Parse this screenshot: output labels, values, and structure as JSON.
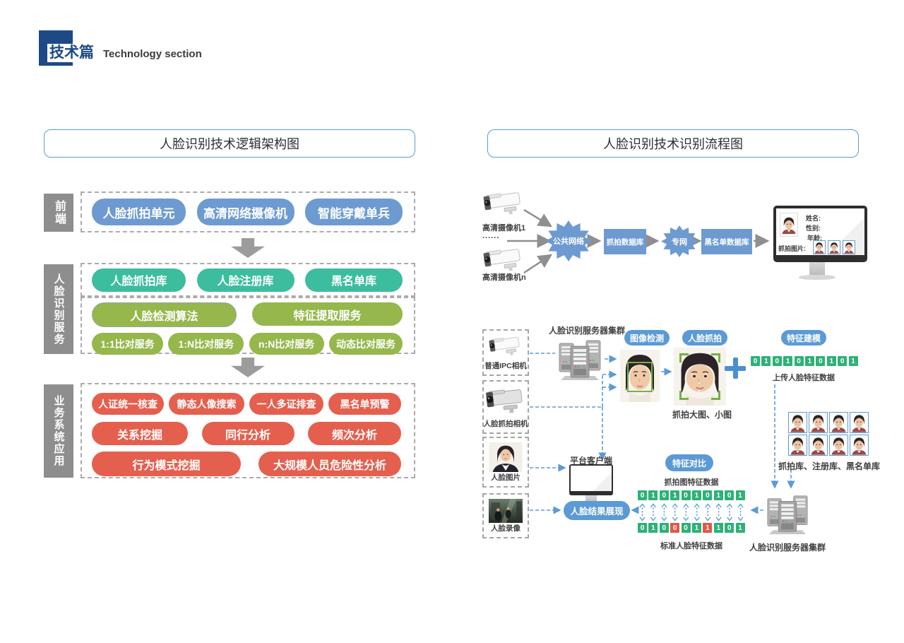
{
  "header": {
    "title_zh": "技术篇",
    "title_en": "Technology section"
  },
  "left": {
    "title": "人脸识别技术逻辑架构图",
    "front": {
      "label": "前端",
      "items": [
        "人脸抓拍单元",
        "高清网络摄像机",
        "智能穿戴单兵"
      ]
    },
    "service": {
      "label": "人脸识别服务",
      "db_items": [
        "人脸抓拍库",
        "人脸注册库",
        "黑名单库"
      ],
      "algo_items": [
        "人脸检测算法",
        "特征提取服务"
      ],
      "compare_items": [
        "1:1比对服务",
        "1:N比对服务",
        "n:N比对服务",
        "动态比对服务"
      ]
    },
    "business": {
      "label": "业务系统应用",
      "row1": [
        "人证统一核查",
        "静态人像搜索",
        "一人多证排查",
        "黑名单预警"
      ],
      "row2": [
        "关系挖掘",
        "同行分析",
        "频次分析"
      ],
      "row3": [
        "行为模式挖掘",
        "大规模人员危险性分析"
      ]
    }
  },
  "right": {
    "title": "人脸识别技术识别流程图",
    "top_flow": {
      "camera1": "高清摄像机1",
      "dots": "......",
      "cameraN": "高清摄像机n",
      "net1": "公共网络",
      "db1": "抓拍数据库",
      "net2": "专网",
      "db2": "黑名单数据库",
      "monitor": {
        "fields": [
          "姓名:",
          "性别:",
          "年龄:"
        ],
        "capture_label": "抓拍图片:",
        "thumbs": 3
      }
    },
    "sources": [
      "普通IPC相机",
      "人脸抓拍相机",
      "人脸图片",
      "人脸录像"
    ],
    "cluster_top": "人脸识别服务器集群",
    "cluster_bottom": "人脸识别服务器集群",
    "pills": {
      "detect": "图像检测",
      "capture": "人脸抓拍",
      "model": "特征建模",
      "compare": "特征对比",
      "result": "人脸结果展现"
    },
    "captions": {
      "snap": "抓拍大图、小图",
      "upload": "上传人脸特征数据",
      "library": "抓拍库、注册库、黑名单库",
      "client": "平台客户端",
      "capture_feature": "抓拍图特征数据",
      "standard_feature": "标准人脸特征数据"
    },
    "binary": {
      "upload": {
        "digits": "0101010101",
        "red": []
      },
      "capture": {
        "digits": "0101010101",
        "red": []
      },
      "standard": {
        "digits": "0100011101",
        "red": [
          3,
          6
        ]
      }
    },
    "gallery": {
      "rows": 2,
      "cols": 4
    }
  },
  "colors": {
    "header_navy": "#1d4a85",
    "node_blue": "#6d9bd1",
    "pill_blue": "#5b9ad5",
    "teal": "#3cbd9e",
    "olive": "#95b74c",
    "red": "#e55f4e",
    "bit_green": "#2eb178",
    "bit_red": "#e0584a",
    "section_gray": "#8e8e8e",
    "detect_green": "#76b043"
  }
}
